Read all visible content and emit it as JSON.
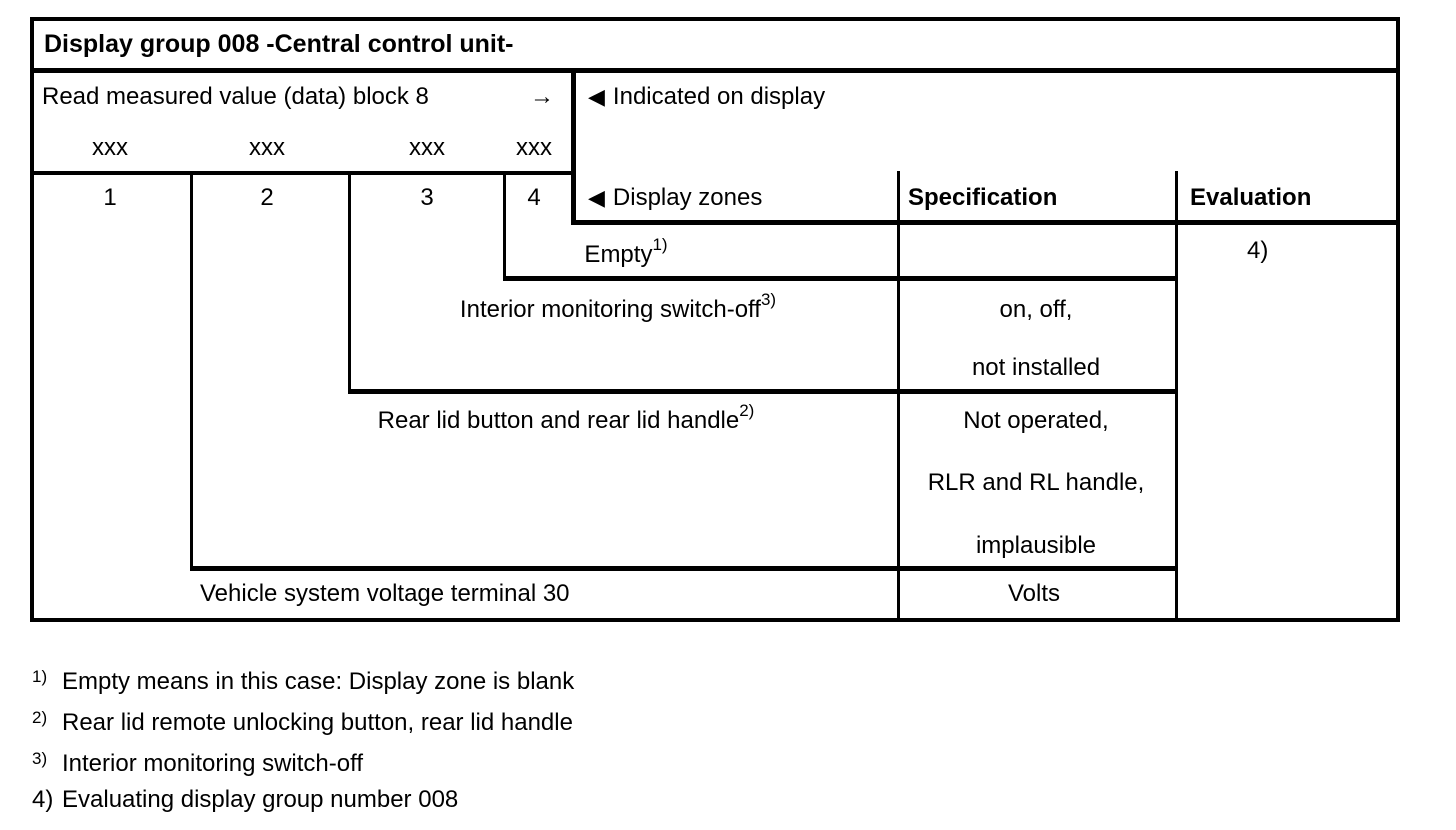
{
  "table": {
    "title": "Display group 008 -Central control unit-",
    "read_label": "Read measured value (data) block 8",
    "arrow": "→",
    "marker": "◀",
    "indicated_label": "Indicated on display",
    "display_zones_label": "Display zones",
    "spec_header": "Specification",
    "eval_header": "Evaluation",
    "xxx": [
      "xxx",
      "xxx",
      "xxx",
      "xxx"
    ],
    "zones": [
      "1",
      "2",
      "3",
      "4"
    ],
    "rows": [
      {
        "label": "Empty",
        "ref": "1)",
        "spec": []
      },
      {
        "label": "Interior monitoring switch-off",
        "ref": "3)",
        "spec": [
          "on, off,",
          "not installed"
        ]
      },
      {
        "label": "Rear lid button and rear lid handle",
        "ref": "2)",
        "spec": [
          "Not operated,",
          "RLR and RL handle,",
          "implausible"
        ]
      },
      {
        "label": "Vehicle system voltage terminal 30",
        "spec": [
          "Volts"
        ]
      }
    ],
    "evaluation_value": "4)"
  },
  "footnotes": [
    {
      "marker": "1)",
      "text": "Empty means in this case: Display zone is blank"
    },
    {
      "marker": "2)",
      "text": "Rear lid remote unlocking button, rear lid handle"
    },
    {
      "marker": "3)",
      "text": "Interior monitoring switch-off"
    },
    {
      "marker": "4)",
      "text": "Evaluating display group number 008"
    }
  ]
}
